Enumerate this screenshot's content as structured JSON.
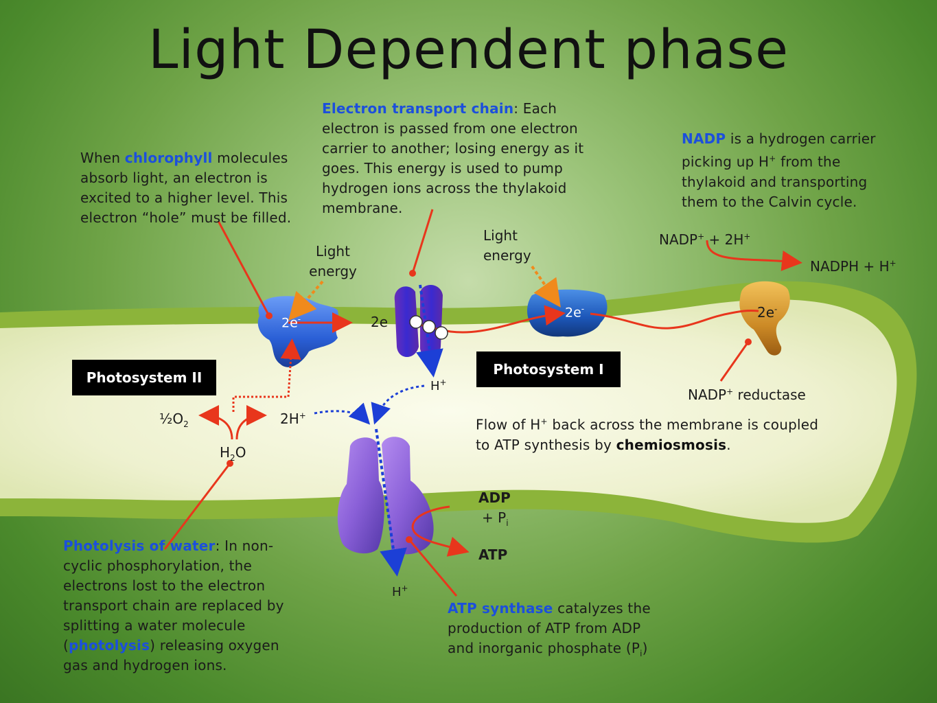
{
  "title": "Light Dependent phase",
  "chlorophyll_note": {
    "pre": "When ",
    "key": "chlorophyll",
    "post": " molecules absorb light, an electron is excited to a higher level. This electron “hole” must be filled."
  },
  "etc_note": {
    "key": "Electron transport chain",
    "post": ": Each electron is passed from one electron carrier to another; losing energy as it goes. This energy is used to pump hydrogen ions across the thylakoid membrane."
  },
  "nadp_note": {
    "key": "NADP",
    "pre_h": " is a hydrogen carrier picking up H",
    "post": " from the thylakoid and transporting them to the Calvin cycle."
  },
  "photolysis_note": {
    "key": "Photolysis of water",
    "mid": ": In non-cyclic phosphorylation, the electrons lost to the electron transport chain are replaced by splitting a water molecule (",
    "key2": "photolysis",
    "post": ") releasing oxygen gas and hydrogen ions."
  },
  "chemiosmosis_note": {
    "pre": "Flow of H",
    "mid": " back across the membrane is coupled to ATP synthesis by ",
    "key": "chemiosmosis",
    "post": "."
  },
  "atp_synthase_note": {
    "key": "ATP synthase",
    "post": " catalyzes the production of ATP from ADP and inorganic phosphate (P",
    "sub": "i",
    "end": ")"
  },
  "labels": {
    "photosystem_2": "Photosystem II",
    "photosystem_1": "Photosystem I",
    "light_energy_1": "Light energy",
    "light_energy_2": "Light energy",
    "e_ps2": "2e",
    "e_cyt": "2e",
    "e_ps1": "2e",
    "e_red": "2e",
    "minus": "-",
    "plus": "+",
    "half": "½",
    "o": "O",
    "two": "2",
    "h": "H",
    "h2o_h": "H",
    "h2o_o": "O",
    "two_h": "2H",
    "h_plus_top": "H",
    "h_plus_bottom": "H",
    "nadp_plus": "NADP",
    "nadp_plus_2h": " + 2H",
    "nadph": "NADPH + H",
    "nadp_reductase_pre": "NADP",
    "nadp_reductase_post": " reductase",
    "adp": "ADP",
    "pi": "+ P",
    "pi_sub": "i",
    "atp": "ATP"
  },
  "colors": {
    "arrow_red": "#e8361c",
    "arrow_blue": "#1c3fd6",
    "arrow_orange": "#f08a1c",
    "membrane_green": "#8cb43a",
    "stroma_cream": "#f4f6d8",
    "ps_blue": "#2e63d6",
    "synthase_purple": "#8a62d6",
    "reductase_gold": "#c88a2a"
  }
}
